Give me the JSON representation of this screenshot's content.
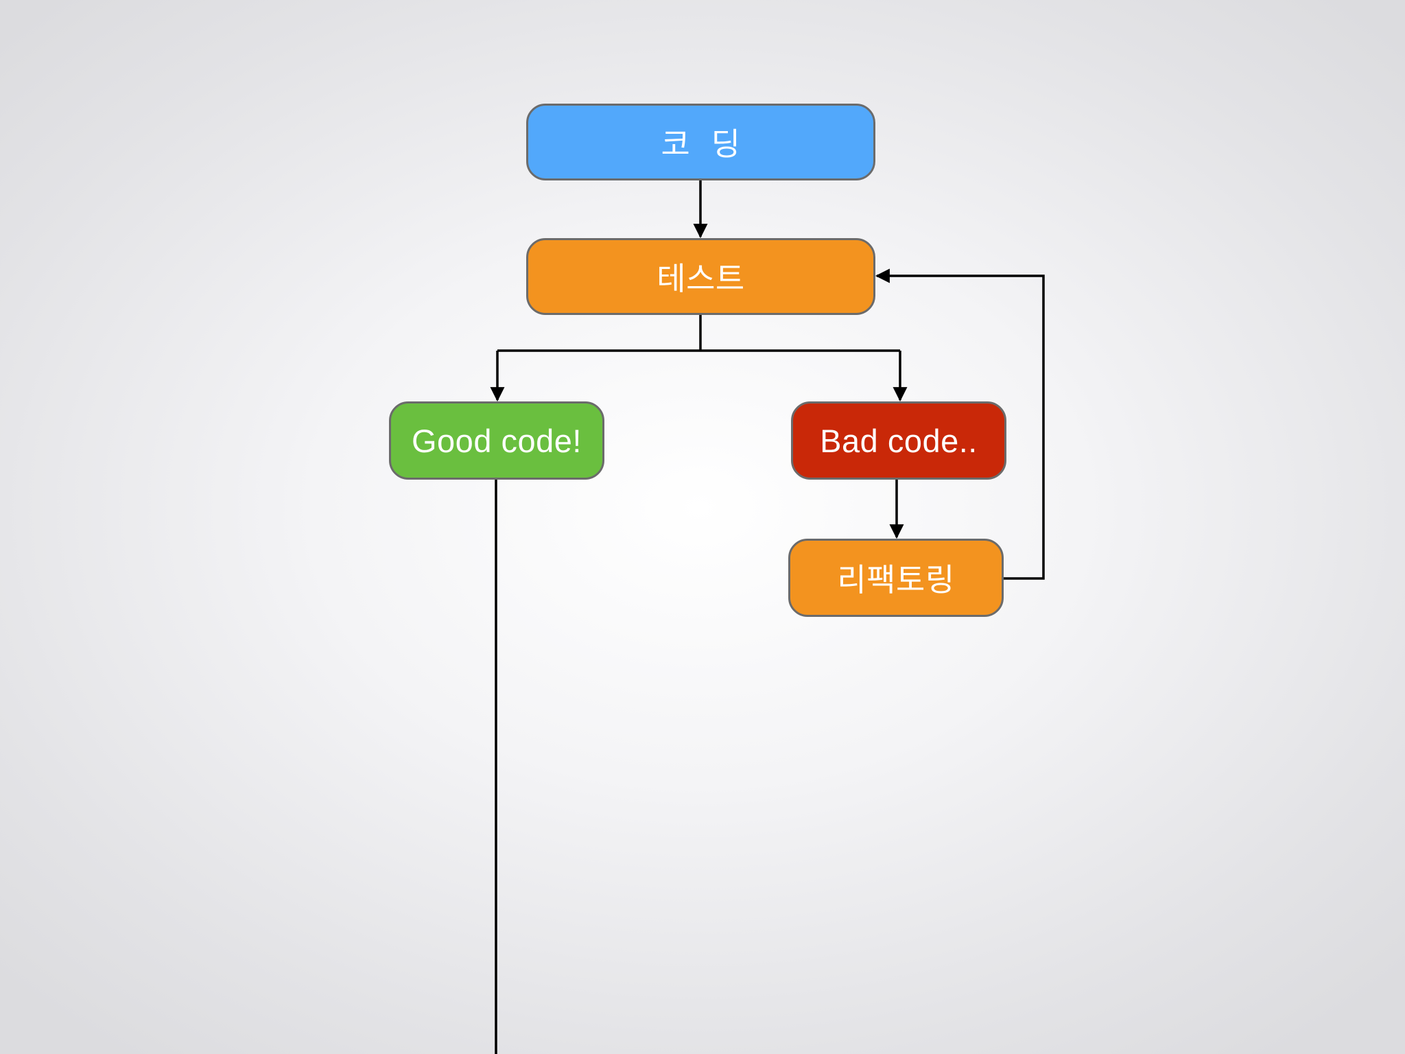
{
  "colors": {
    "coding": "#52a8fb",
    "test": "#f3931f",
    "good": "#6abf3f",
    "bad": "#c92808",
    "refactor": "#f3931f",
    "connector": "#000000",
    "border": "#6b6b6b"
  },
  "nodes": {
    "coding": "코  딩",
    "test": "테스트",
    "good": "Good code!",
    "bad": "Bad code..",
    "refactor": "리팩토링"
  },
  "edges": [
    {
      "from": "coding",
      "to": "test"
    },
    {
      "from": "test",
      "to": "good"
    },
    {
      "from": "test",
      "to": "bad"
    },
    {
      "from": "bad",
      "to": "refactor"
    },
    {
      "from": "refactor",
      "to": "test"
    }
  ]
}
